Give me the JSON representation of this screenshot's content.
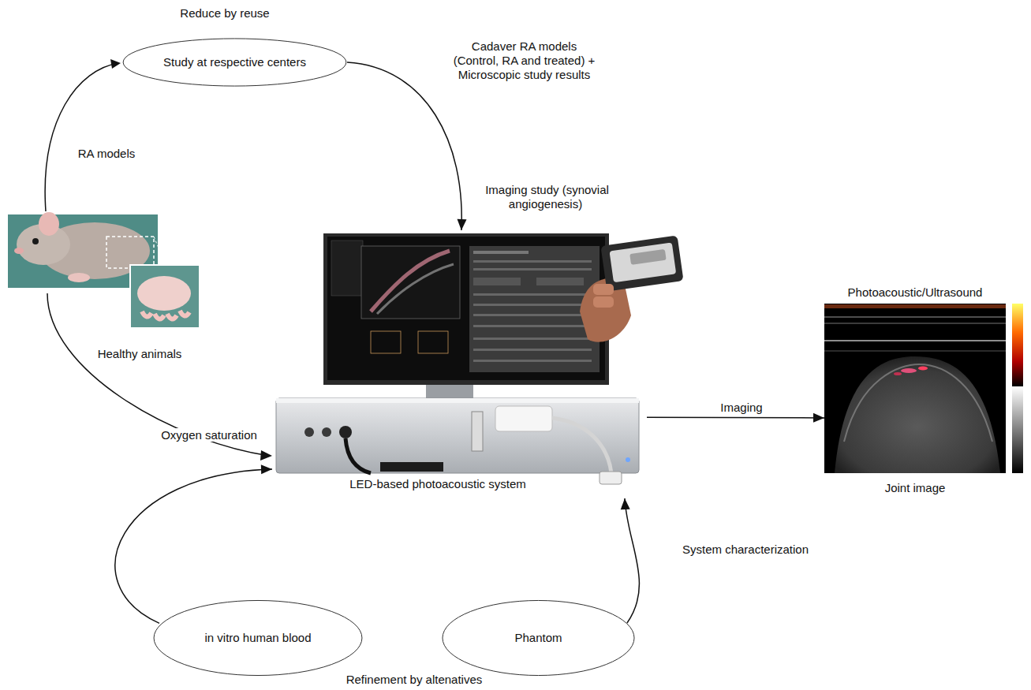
{
  "diagram": {
    "nodes": [
      {
        "text": [
          "Study at respective centers"
        ]
      },
      {
        "text": [
          "LED-based photoacoustic system"
        ]
      },
      {
        "text": [
          "Photoacoustic/Ultrasound",
          "Joint image"
        ]
      },
      {
        "text": [
          "in vitro human blood"
        ]
      },
      {
        "text": [
          "Phantom"
        ]
      }
    ],
    "edges": [
      {
        "from": 0,
        "to": 1,
        "arrow": "to",
        "label": "Imaging study (synovial angiogenesis)"
      },
      {
        "from": 1,
        "to": 2,
        "arrow": "to",
        "label": "Imaging"
      },
      {
        "from": 3,
        "to": 1,
        "arrow": "to",
        "label": "Oxygen saturation"
      },
      {
        "from": 4,
        "to": 1,
        "arrow": "to",
        "label": "System characterization"
      }
    ],
    "labels": [
      "Reduce by reuse",
      "RA models",
      "Healthy animals",
      "Cadaver RA models (Control, RA and treated) + Microscopic study results",
      "Refinement by altenatives"
    ]
  }
}
